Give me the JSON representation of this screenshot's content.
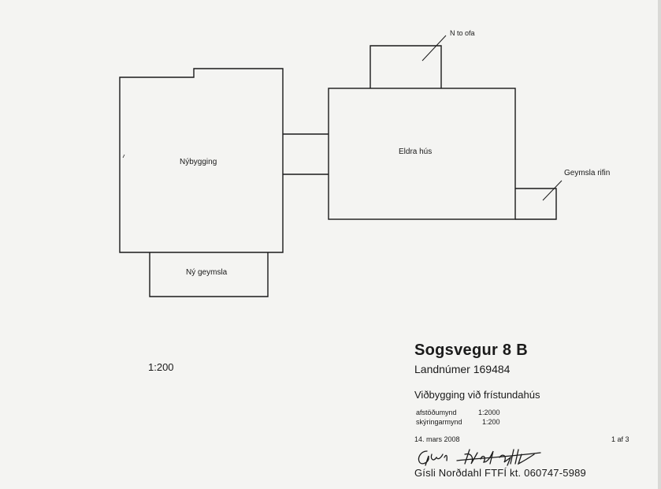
{
  "rooms": {
    "nybygging": "Nýbygging",
    "ny_geymsla": "Ný geymsla",
    "eldra_hus": "Eldra hús",
    "geymsla_rifin": "Geymsla rifin",
    "stofa": "N  to  ofa"
  },
  "scale_note": "1:200",
  "title_block": {
    "address": "Sogsvegur 8 B",
    "land_number": "Landnúmer 169484",
    "project": "Viðbygging við frístundahús",
    "drawing_1_name": "afstöðumynd",
    "drawing_1_scale": "1:2000",
    "drawing_2_name": "skýringarmynd",
    "drawing_2_scale": "1:200",
    "date": "14. mars 2008",
    "sheet": "1 af 3",
    "author": "Gísli Norðdahl  FTFÍ   kt. 060747-5989"
  },
  "colors": {
    "line": "#1a1a1a",
    "paper": "#f4f4f2"
  }
}
